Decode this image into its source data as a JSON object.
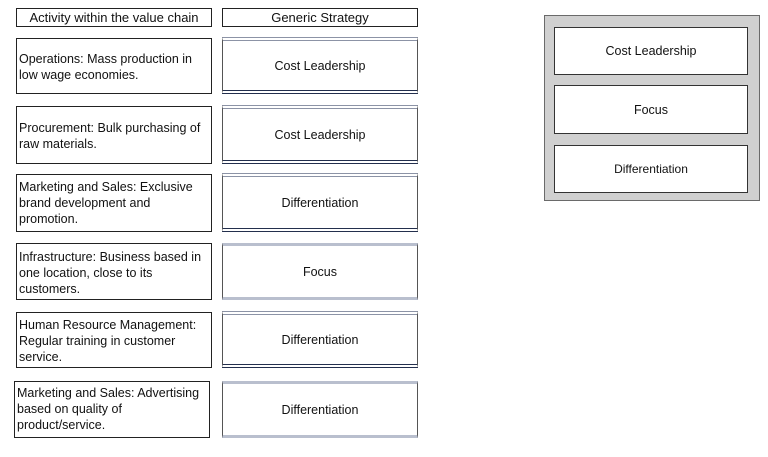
{
  "headers": {
    "activity": "Activity within the value chain",
    "strategy": "Generic Strategy"
  },
  "rows": [
    {
      "activity": "Operations: Mass production in low wage economies.",
      "strategy": "Cost Leadership"
    },
    {
      "activity": "Procurement: Bulk purchasing of raw materials.",
      "strategy": "Cost Leadership"
    },
    {
      "activity": "Marketing and Sales: Exclusive brand development and promotion.",
      "strategy": "Differentiation"
    },
    {
      "activity": "Infrastructure: Business based in one location, close to its customers.",
      "strategy": "Focus"
    },
    {
      "activity": "Human Resource Management: Regular training in customer service.",
      "strategy": "Differentiation"
    },
    {
      "activity": "Marketing and Sales: Advertising based on quality of product/service.",
      "strategy": "Differentiation"
    }
  ],
  "options": [
    "Cost Leadership",
    "Focus",
    "Differentiation"
  ],
  "colors": {
    "panel": "#d0d0d0",
    "target_accent_top": "#8c93a6",
    "target_accent_bottom": "#232f4d"
  }
}
